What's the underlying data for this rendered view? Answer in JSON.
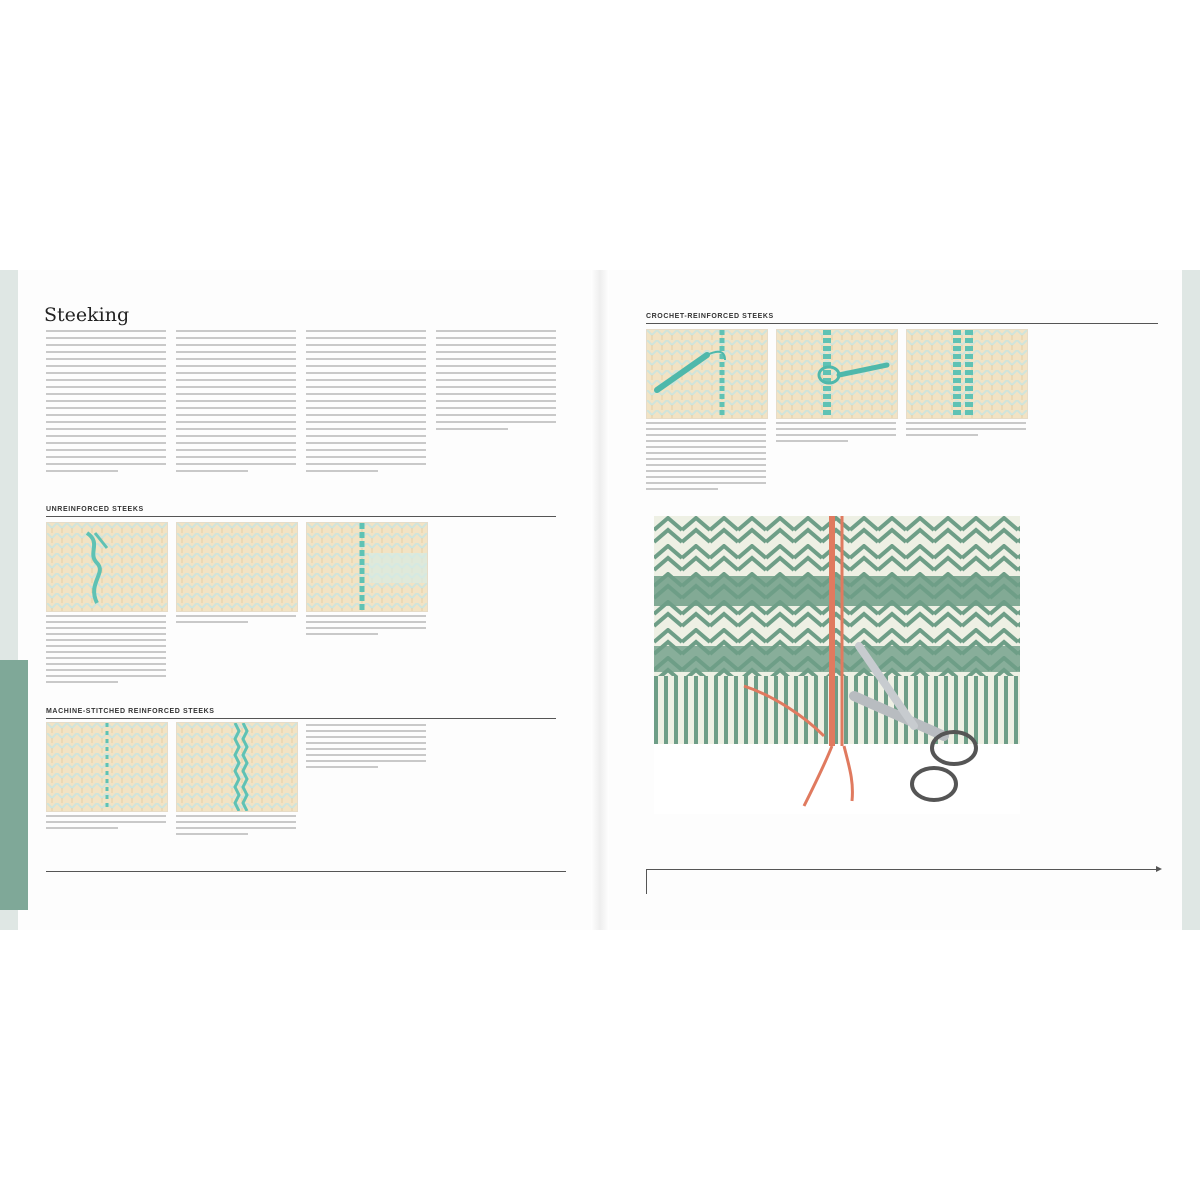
{
  "page": {
    "title": "Steeking",
    "chapter_tab": "",
    "folio_left": "",
    "folio_right": ""
  },
  "sections": {
    "unreinforced": {
      "heading": "UNREINFORCED STEEKS"
    },
    "machine": {
      "heading": "MACHINE-STITCHED REINFORCED STEEKS"
    },
    "crochet": {
      "heading": "CROCHET-REINFORCED STEEKS"
    }
  },
  "photo": {
    "caption": ""
  },
  "xref": [
    [
      "",
      "",
      "",
      "",
      ""
    ],
    [
      "",
      "",
      "",
      "",
      ""
    ]
  ],
  "colors": {
    "chapter_accent": "#7fa898",
    "swatch_cream": "#f2e3c4",
    "swatch_yarn": "#5fc2b4",
    "fairisle_green": "#6e9e87",
    "steek_orange": "#e07a5f"
  }
}
